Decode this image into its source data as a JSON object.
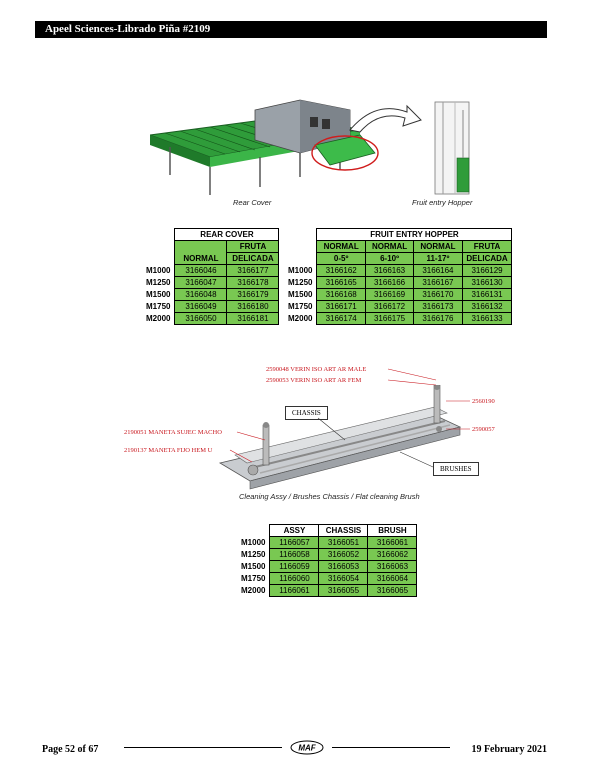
{
  "header": {
    "title": "Apeel Sciences-Librado Piña #2109"
  },
  "figure1": {
    "caption_left": "Rear Cover",
    "caption_right": "Fruit entry Hopper"
  },
  "table_rear": {
    "title": "REAR COVER",
    "col1": "NORMAL",
    "col2_line1": "FRUTA",
    "col2_line2": "DELICADA",
    "rows": [
      {
        "model": "M1000",
        "normal": "3166046",
        "delicada": "3166177"
      },
      {
        "model": "M1250",
        "normal": "3166047",
        "delicada": "3166178"
      },
      {
        "model": "M1500",
        "normal": "3166048",
        "delicada": "3166179"
      },
      {
        "model": "M1750",
        "normal": "3166049",
        "delicada": "3166180"
      },
      {
        "model": "M2000",
        "normal": "3166050",
        "delicada": "3166181"
      }
    ]
  },
  "table_hopper": {
    "title": "FRUIT ENTRY HOPPER",
    "c1a": "NORMAL",
    "c1b": "0-5º",
    "c2a": "NORMAL",
    "c2b": "6-10º",
    "c3a": "NORMAL",
    "c3b": "11-17º",
    "c4a": "FRUTA",
    "c4b": "DELICADA",
    "rows": [
      {
        "model": "M1000",
        "a": "3166162",
        "b": "3166163",
        "c": "3166164",
        "d": "3166129"
      },
      {
        "model": "M1250",
        "a": "3166165",
        "b": "3166166",
        "c": "3166167",
        "d": "3166130"
      },
      {
        "model": "M1500",
        "a": "3166168",
        "b": "3166169",
        "c": "3166170",
        "d": "3166131"
      },
      {
        "model": "M1750",
        "a": "3166171",
        "b": "3166172",
        "c": "3166173",
        "d": "3166132"
      },
      {
        "model": "M2000",
        "a": "3166174",
        "b": "3166175",
        "c": "3166176",
        "d": "3166133"
      }
    ]
  },
  "figure2": {
    "caption": "Cleaning Assy / Brushes Chassis / Flat cleaning Brush",
    "labels": {
      "verin_male": "2590048   VERIN ISO ART AR MALE",
      "verin_fem": "2590053   VERIN ISO ART AR FEM",
      "r1": "2560190",
      "r2": "2590057",
      "maneta_macho": "2190051   MANETA SUJEC MACHO",
      "maneta_fijo": "2190137   MANETA FIJO HEM U",
      "chassis": "CHASSIS",
      "brushes": "BRUSHES"
    }
  },
  "table_assy": {
    "h1": "ASSY",
    "h2": "CHASSIS",
    "h3": "BRUSH",
    "rows": [
      {
        "model": "M1000",
        "assy": "1166057",
        "chassis": "3166051",
        "brush": "3166061"
      },
      {
        "model": "M1250",
        "assy": "1166058",
        "chassis": "3166052",
        "brush": "3166062"
      },
      {
        "model": "M1500",
        "assy": "1166059",
        "chassis": "3166053",
        "brush": "3166063"
      },
      {
        "model": "M1750",
        "assy": "1166060",
        "chassis": "3166054",
        "brush": "3166064"
      },
      {
        "model": "M2000",
        "assy": "1166061",
        "chassis": "3166055",
        "brush": "3166065"
      }
    ]
  },
  "footer": {
    "page": "Page 52 of 67",
    "date": "19 February 2021",
    "logo": "MAF"
  }
}
